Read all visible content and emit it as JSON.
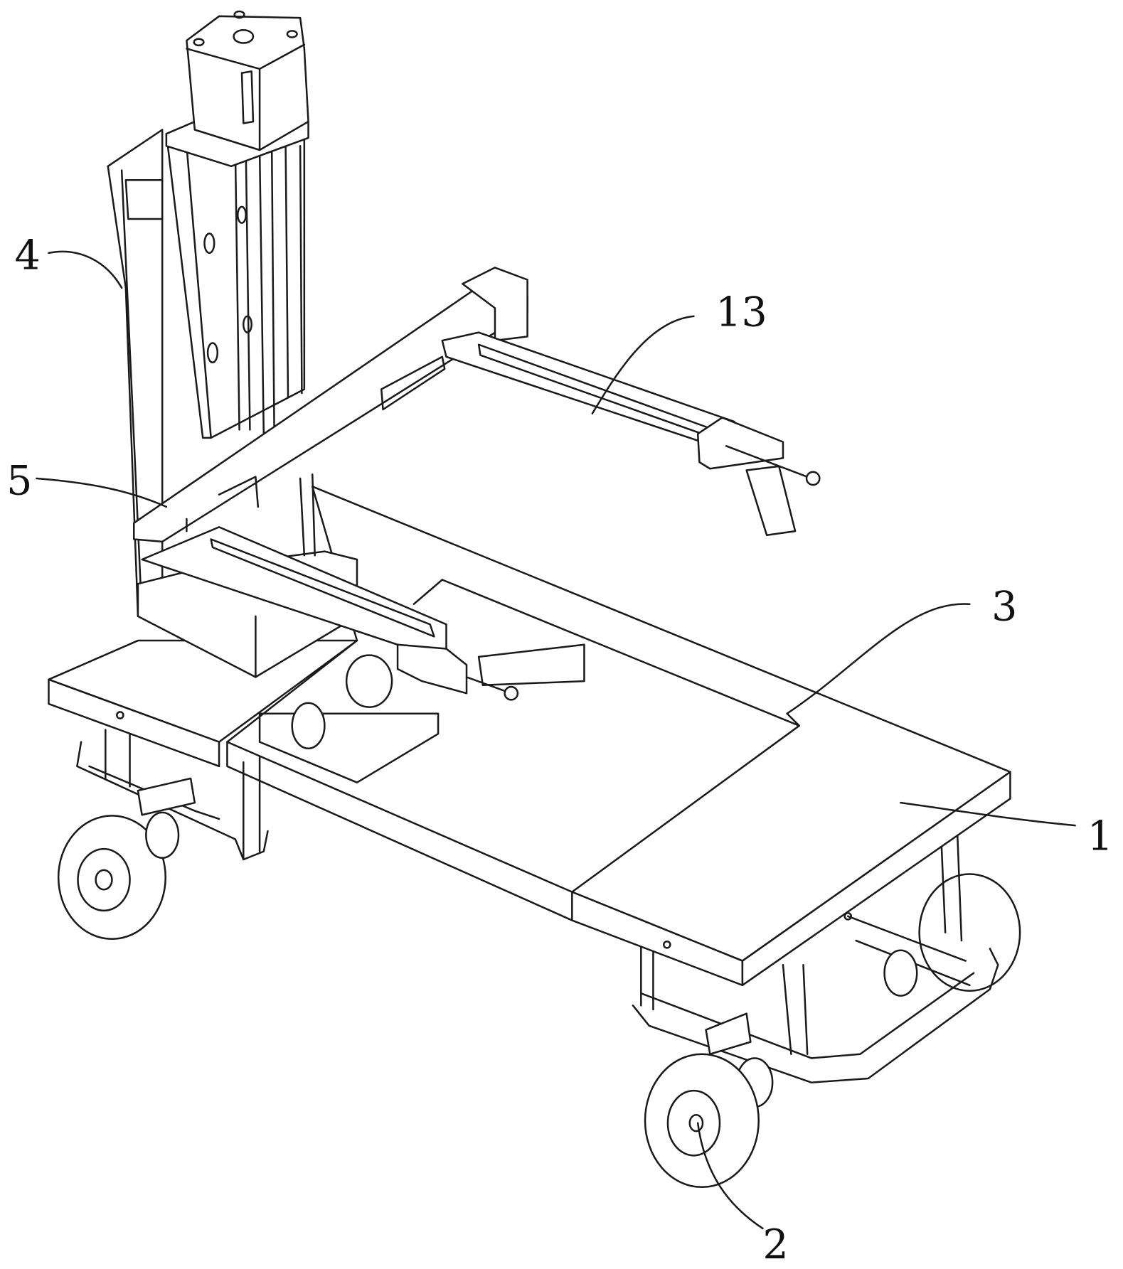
{
  "figure": {
    "labels": {
      "platform": "1",
      "wheel": "2",
      "slot": "3",
      "column": "4",
      "arm": "5",
      "clamp_arm": "13"
    }
  }
}
